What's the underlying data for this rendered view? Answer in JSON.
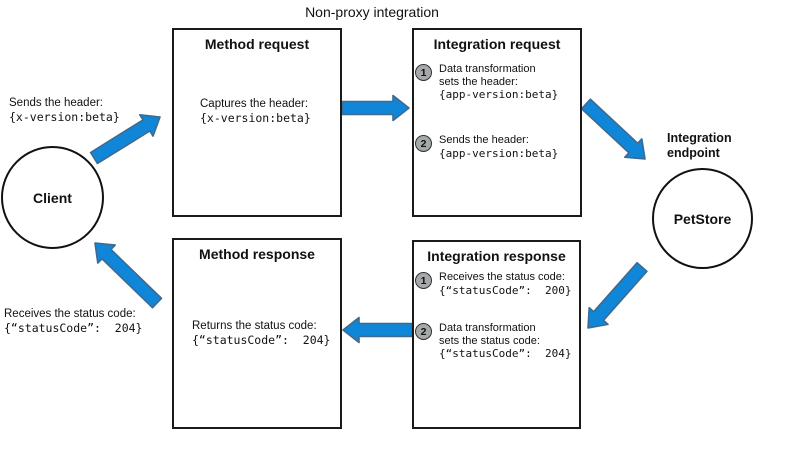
{
  "title": "Non-proxy integration",
  "colors": {
    "arrow_fill": "#1086d8",
    "arrow_stroke": "#3f6a8f",
    "step_badge_fill": "#a6a9a9",
    "step_badge_border": "#2f3333"
  },
  "client": {
    "label": "Client",
    "request_note": {
      "text": "Sends the header:",
      "code": "{x-version:beta}"
    },
    "response_note": {
      "text": "Receives the status code:",
      "code": "{“statusCode”:  204}"
    }
  },
  "endpoint": {
    "label": "Integration endpoint",
    "node": "PetStore"
  },
  "boxes": {
    "method_request": {
      "title": "Method request",
      "body": {
        "text": "Captures the header:",
        "code": "{x-version:beta}"
      }
    },
    "integration_request": {
      "title": "Integration request",
      "steps": [
        {
          "num": "1",
          "lines": [
            "Data transformation",
            "sets the header:"
          ],
          "code": "{app-version:beta}"
        },
        {
          "num": "2",
          "lines": [
            "Sends the header:"
          ],
          "code": "{app-version:beta}"
        }
      ]
    },
    "method_response": {
      "title": "Method response",
      "body": {
        "text": "Returns the status code:",
        "code": "{“statusCode”:  204}"
      }
    },
    "integration_response": {
      "title": "Integration response",
      "steps": [
        {
          "num": "1",
          "lines": [
            "Receives the status code:"
          ],
          "code": "{“statusCode”:  200}"
        },
        {
          "num": "2",
          "lines": [
            "Data transformation",
            "sets the status code:"
          ],
          "code": "{“statusCode”:  204}"
        }
      ]
    }
  }
}
